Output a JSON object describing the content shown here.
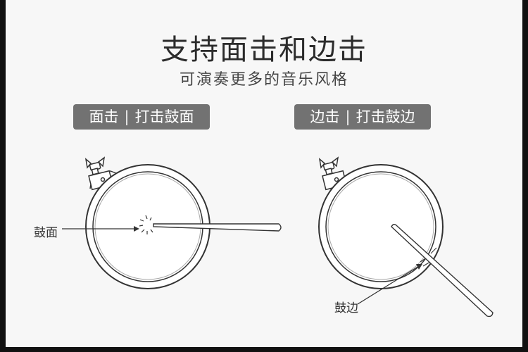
{
  "title": "支持面击和边击",
  "subtitle": "可演奏更多的音乐风格",
  "left_tag": {
    "part1": "面击",
    "separator": "|",
    "part2": "打击鼓面"
  },
  "right_tag": {
    "part1": "边击",
    "separator": "|",
    "part2": "打击鼓边"
  },
  "callouts": {
    "drum_face": "鼓面",
    "drum_rim": "鼓边"
  },
  "colors": {
    "tag_bg": "#727272",
    "line": "#333333",
    "frame": "#111111"
  }
}
